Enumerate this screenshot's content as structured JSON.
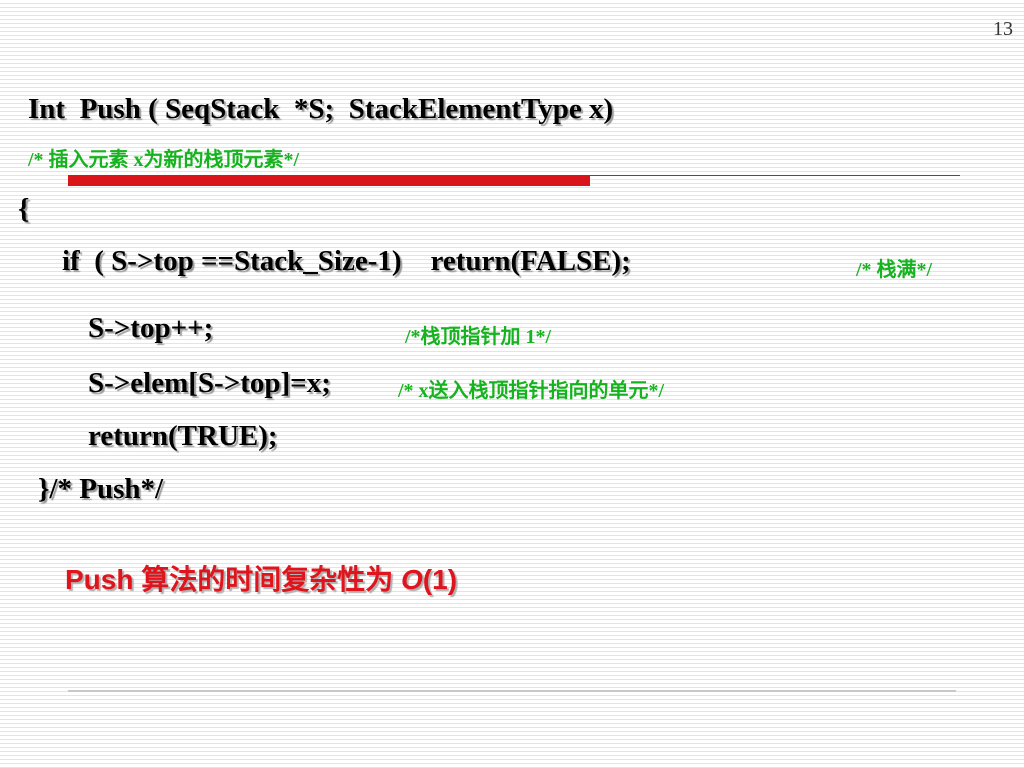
{
  "slide": {
    "page_number": "13"
  },
  "code": {
    "signature": "Int  Push ( SeqStack  *S;  StackElementType x)",
    "signature_comment": "/* 插入元素 x为新的栈顶元素*/",
    "open_brace": "{",
    "if_line": "if  ( S->top ==Stack_Size-1)    return(FALSE);",
    "if_comment": "/* 栈满*/",
    "inc_line": "S->top++;",
    "inc_comment": "/*栈顶指针加 1*/",
    "assign_line": "S->elem[S->top]=x;",
    "assign_comment": "/* x送入栈顶指针指向的单元*/",
    "return_line": "return(TRUE);",
    "close_line": "}/* Push*/"
  },
  "complexity": {
    "prefix": "Push 算法的时间复杂性为 ",
    "big_o": "O",
    "suffix": "(1)"
  },
  "colors": {
    "code_text": "#000000",
    "comment_green": "#17b21f",
    "accent_red": "#d9141a",
    "complexity_red": "#e0141c"
  }
}
